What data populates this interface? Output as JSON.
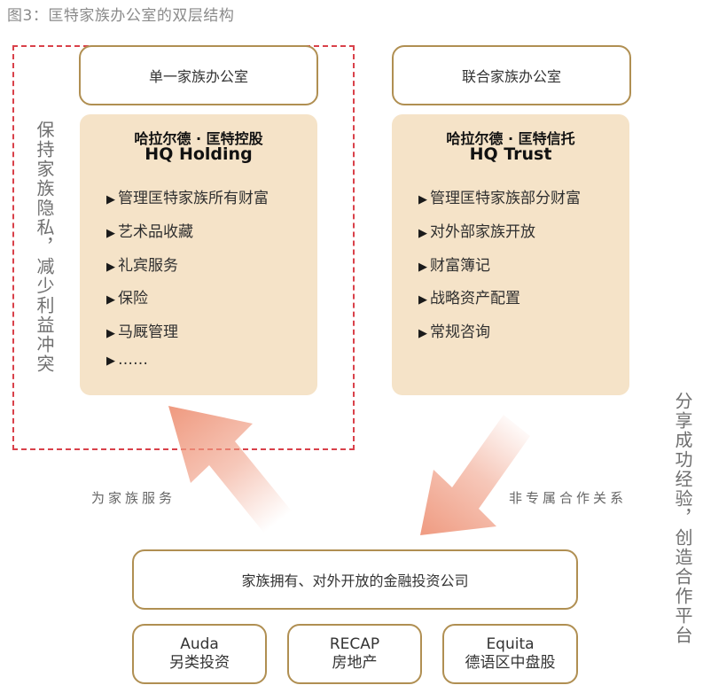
{
  "figure_title": "图3：匡特家族办公室的双层结构",
  "left": {
    "header": "单一家族办公室",
    "title_zh": "哈拉尔德 · 匡特控股",
    "title_en": "HQ Holding",
    "items": [
      "管理匡特家族所有财富",
      "艺术品收藏",
      "礼宾服务",
      "保险",
      "马厩管理",
      "……"
    ]
  },
  "right": {
    "header": "联合家族办公室",
    "title_zh": "哈拉尔德 · 匡特信托",
    "title_en": "HQ Trust",
    "items": [
      "管理匡特家族部分财富",
      "对外部家族开放",
      "财富簿记",
      "战略资产配置",
      "常规咨询"
    ]
  },
  "left_side_text": "保持家族隐私，减少利益冲突",
  "right_side_text": "分享成功经验，创造合作平台",
  "arrow_left_label": "为家族服务",
  "arrow_right_label": "非专属合作关系",
  "bottom_box": "家族拥有、对外开放的金融投资公司",
  "companies": [
    {
      "name": "Auda",
      "desc": "另类投资"
    },
    {
      "name": "RECAP",
      "desc": "房地产"
    },
    {
      "name": "Equita",
      "desc": "德语区中盘股"
    }
  ],
  "bullet_icon": "triangle-right-icon",
  "colors": {
    "border": "#b08f52",
    "panel": "#f5e3c8",
    "dashed": "#d9414a",
    "arrow": "#ef9a80"
  }
}
